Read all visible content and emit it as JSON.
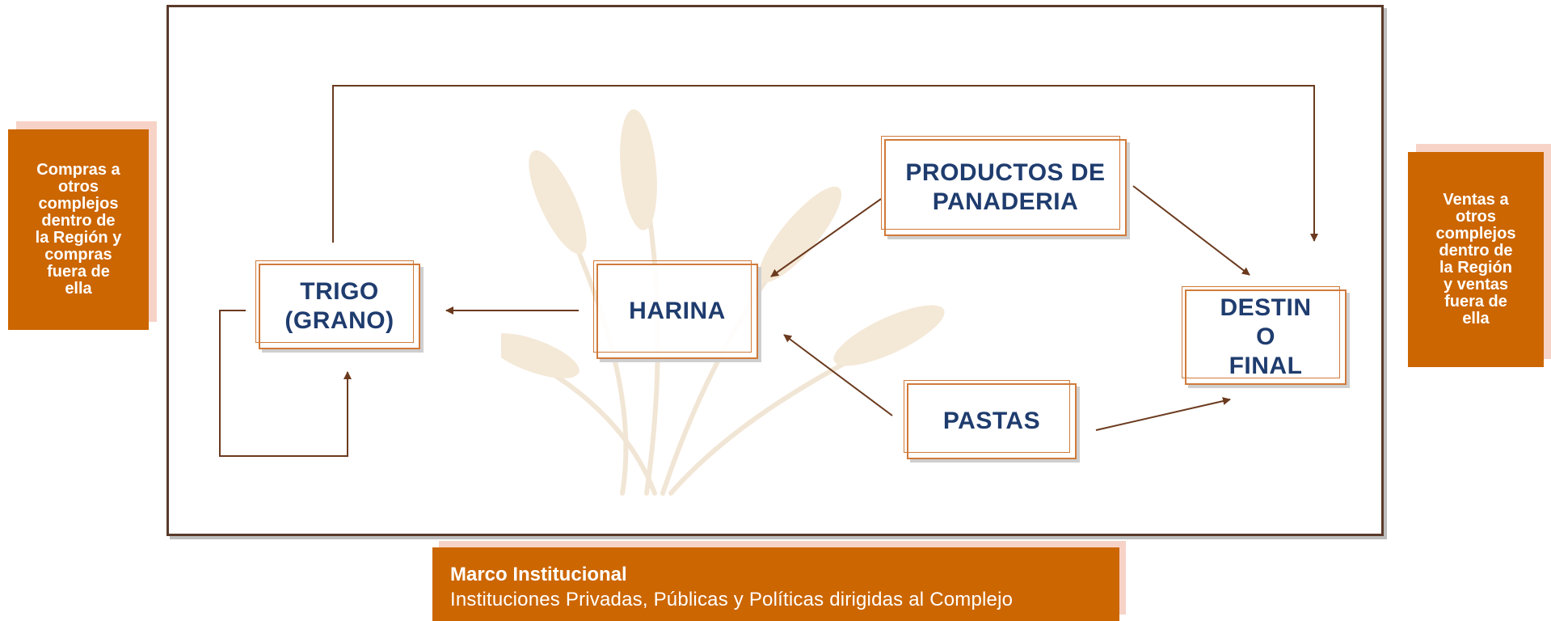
{
  "left_box": {
    "text": "Compras a\notros\ncomplejos\ndentro de\nla Región y\ncompras\nfuera de\nella"
  },
  "right_box": {
    "text": "Ventas a\notros\ncomplejos\ndentro de\nla Región\ny ventas\nfuera de\nella"
  },
  "nodes": {
    "trigo": "TRIGO\n(GRANO)",
    "harina": "HARINA",
    "panaderia": "PRODUCTOS DE\nPANADERIA",
    "destino": "DESTIN\nO\nFINAL",
    "pastas": "PASTAS"
  },
  "bottom_box": {
    "title": "Marco Institucional",
    "subtitle": "Instituciones Privadas, Públicas y Políticas dirigidas al Complejo"
  },
  "colors": {
    "accent": "#cc6600",
    "arrow": "#6b3a1e",
    "node_text": "#1f3c6e",
    "node_border": "#d07a3a"
  }
}
